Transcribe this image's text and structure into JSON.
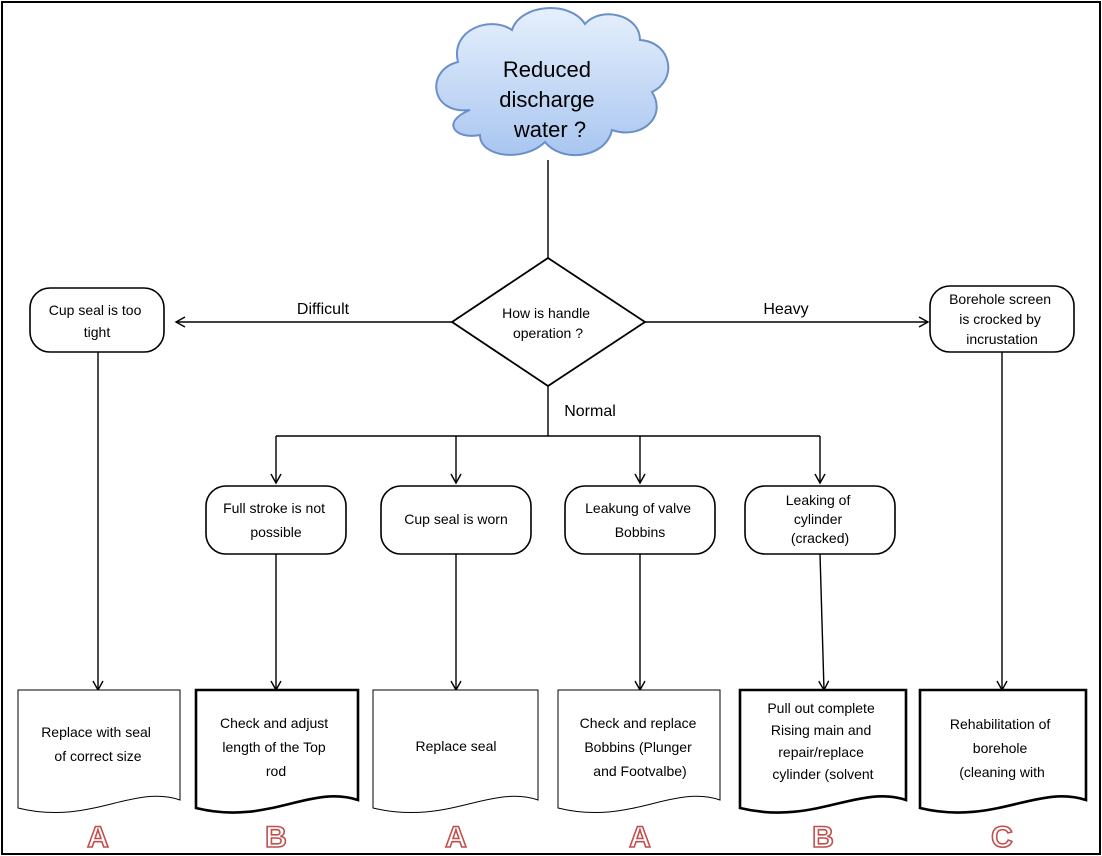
{
  "start": {
    "lines": [
      "Reduced",
      "discharge",
      "water ?"
    ]
  },
  "decision": {
    "lines": [
      "How is handle",
      "operation ?"
    ]
  },
  "branch_labels": {
    "difficult": "Difficult",
    "heavy": "Heavy",
    "normal": "Normal"
  },
  "causes": {
    "cup_seal_tight": [
      "Cup seal is too",
      "tight"
    ],
    "full_stroke": [
      "Full stroke is not",
      "possible"
    ],
    "cup_seal_worn": [
      "Cup seal is worn"
    ],
    "valve_bobbins": [
      "Leakung of valve",
      "Bobbins"
    ],
    "cylinder": [
      "Leaking of",
      "cylinder",
      "(cracked)"
    ],
    "borehole_screen": [
      "Borehole screen",
      "is crocked by",
      "incrustation"
    ]
  },
  "actions": {
    "replace_seal_size": [
      "Replace with seal",
      "of correct size"
    ],
    "adjust_top_rod": [
      "Check and adjust",
      "length of the Top",
      "rod"
    ],
    "replace_seal": [
      "Replace seal"
    ],
    "replace_bobbins": [
      "Check and replace",
      "Bobbins (Plunger",
      "and Footvalbe)"
    ],
    "rising_main": [
      "Pull out complete",
      "Rising main and",
      "repair/replace",
      "cylinder (solvent"
    ],
    "rehabilitation": [
      "Rehabilitation of",
      "borehole",
      "(cleaning with"
    ]
  },
  "grades": [
    "A",
    "B",
    "A",
    "A",
    "B",
    "C"
  ],
  "colors": {
    "cloud_fill": "#c6dbf7",
    "cloud_stroke": "#6b8fc9",
    "grade_outline": "#c0504d"
  }
}
